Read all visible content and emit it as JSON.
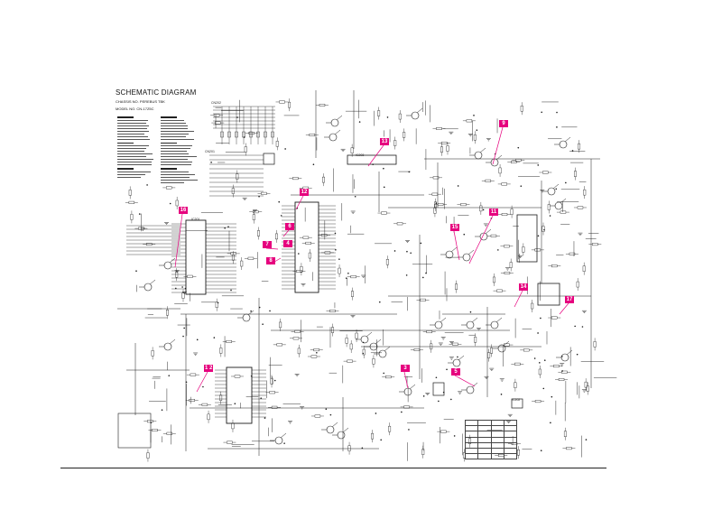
{
  "header": {
    "title": "SCHEMATIC DIAGRAM",
    "chassis": "CHASSIS NO. PEREBUS TBK",
    "model": "MODEL NO. CN-17Z5C"
  },
  "ic_labels": {
    "cn202": "CN202",
    "cn201": "CN201",
    "ic201": "IC201",
    "ic203": "IC203",
    "ic202": "IC202"
  },
  "callouts": [
    {
      "id": "9"
    },
    {
      "id": "13"
    },
    {
      "id": "12"
    },
    {
      "id": "16"
    },
    {
      "id": "6"
    },
    {
      "id": "7"
    },
    {
      "id": "8"
    },
    {
      "id": "4"
    },
    {
      "id": "15"
    },
    {
      "id": "11"
    },
    {
      "id": "14"
    },
    {
      "id": "17"
    },
    {
      "id": "1 2"
    },
    {
      "id": "3"
    },
    {
      "id": "5"
    }
  ],
  "colors": {
    "line": "#1a1a1a",
    "callout": "#e6007e",
    "background": "#ffffff"
  }
}
